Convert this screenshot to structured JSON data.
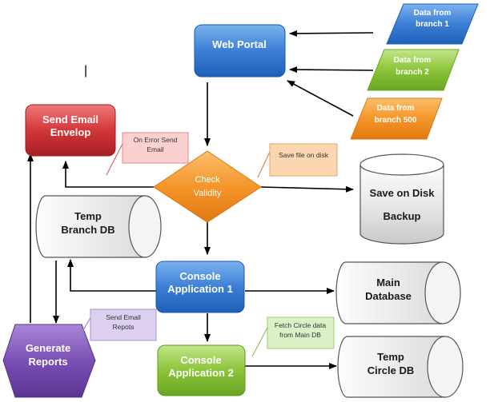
{
  "nodes": {
    "web_portal": {
      "label": "Web Portal",
      "color": "#3a7fd5"
    },
    "data_branch_1": {
      "lines": [
        "Data from",
        "branch 1"
      ],
      "color": "#2f7fd0"
    },
    "data_branch_2": {
      "lines": [
        "Data from",
        "branch 2"
      ],
      "color": "#8cc43a"
    },
    "data_branch_500": {
      "lines": [
        "Data from",
        "branch 500"
      ],
      "color": "#f39422"
    },
    "send_email": {
      "lines": [
        "Send Email",
        "Envelop"
      ],
      "color": "#d2373a"
    },
    "check_validity": {
      "lines": [
        "Check",
        "Validity"
      ],
      "color": "#f5952a"
    },
    "save_on_disk": {
      "lines": [
        "Save on Disk",
        "Backup"
      ]
    },
    "temp_branch_db": {
      "lines": [
        "Temp",
        "Branch DB"
      ]
    },
    "console_app_1": {
      "lines": [
        "Console",
        "Application 1"
      ],
      "color": "#2e84cf"
    },
    "main_database": {
      "lines": [
        "Main",
        "Database"
      ]
    },
    "generate_reports": {
      "lines": [
        "Generate",
        "Reports"
      ],
      "color": "#7a4fb5"
    },
    "console_app_2": {
      "lines": [
        "Console",
        "Application 2"
      ],
      "color": "#86c341"
    },
    "temp_circle_db": {
      "lines": [
        "Temp",
        "Circle DB"
      ]
    }
  },
  "notes": {
    "on_error": {
      "lines": [
        "On Error Send",
        "Email"
      ],
      "color": "#fbd0d0"
    },
    "save_file": {
      "lines": [
        "Save file on disk"
      ],
      "color": "#fbd6b0"
    },
    "send_reports": {
      "lines": [
        "Send Email",
        "Repots"
      ],
      "color": "#dccff0"
    },
    "fetch_circle": {
      "lines": [
        "Fetch Circle data",
        "from Main DB"
      ],
      "color": "#dcf0c8"
    }
  },
  "marks": {
    "cursor": "|"
  }
}
